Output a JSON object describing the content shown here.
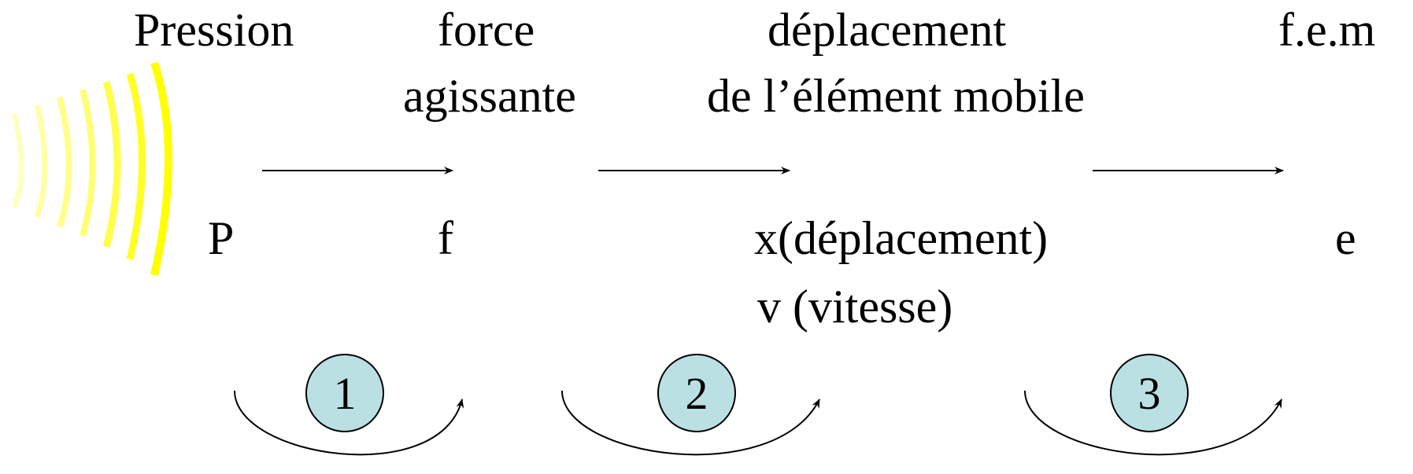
{
  "colors": {
    "wave": "#ffff00",
    "step_circle_fill": "#bbe0e3",
    "stroke": "#000000"
  },
  "stages": [
    {
      "heading": "Pression",
      "symbol": "P"
    },
    {
      "heading_line1": "force",
      "heading_line2": "agissante",
      "symbol": "f"
    },
    {
      "heading_line1": "déplacement",
      "heading_line2": "de l’élément mobile",
      "symbol_line1": "x(déplacement)",
      "symbol_line2": "v (vitesse)"
    },
    {
      "heading": "f.e.m",
      "symbol": "e"
    }
  ],
  "steps": [
    "1",
    "2",
    "3"
  ],
  "source_icon": "sound-wave-icon"
}
